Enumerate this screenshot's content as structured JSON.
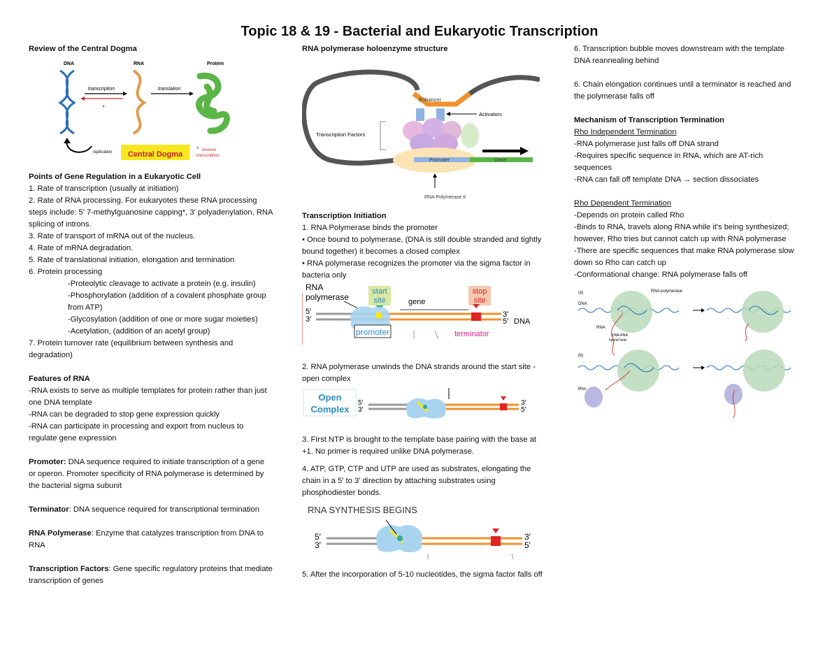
{
  "title": "Topic 18 & 19 - Bacterial and Eukaryotic Transcription",
  "col1": {
    "central_dogma_heading": "Review of the Central Dogma",
    "dogma_fig": {
      "dna": "DNA",
      "rna": "RNA",
      "protein": "Protein",
      "transcription": "transcription",
      "translation": "translation",
      "replication": "replication",
      "banner": "Central Dogma",
      "star": "*",
      "reverse": "reverse",
      "reverse2": "transcription"
    },
    "regulation_heading": "Points of Gene Regulation in a Eukaryotic Cell",
    "regulation": [
      "1. Rate of transcription (usually at initiation)",
      "2. Rate of RNA processing. For eukaryotes these RNA processing steps include: 5' 7-methylguanosine capping*, 3' polyadenylation, RNA splicing of introns.",
      "3. Rate of transport of mRNA out of the nucleus.",
      "4. Rate of mRNA degradation.",
      "5. Rate of translational initiation, elongation and termination",
      "6. Protein processing"
    ],
    "processing": [
      "-Proteolytic cleavage to activate a protein (e.g. insulin)",
      "-Phosphorylation (addition of a covalent phosphate group from ATP)",
      "-Glycosylation (addition of one or more sugar moieties)",
      "-Acetylation, (addition of an acetyl group)"
    ],
    "regulation7": "7. Protein turnover rate (equilibrium between synthesis and degradation)",
    "rna_heading": "Features of RNA",
    "rna_features": [
      "-RNA exists to serve as multiple templates for protein rather than just one DNA template",
      "-RNA can be degraded to stop gene expression quickly",
      "-RNA can participate in processing and export from nucleus to regulate gene expression"
    ],
    "defs": [
      {
        "term": "Promoter:",
        "text": " DNA sequence required to initiate transcription of a gene or operon. Promoter specificity of RNA polymerase is determined by the bacterial sigma subunit"
      },
      {
        "term": "Terminator",
        "text": ": DNA sequence required for transcriptional termination"
      },
      {
        "term": "RNA Polymerase",
        "text": ": Enzyme that catalyzes transcription from DNA to RNA"
      },
      {
        "term": "Transcription Factors",
        "text": ": Gene specific regulatory proteins that mediate transcription of genes"
      }
    ]
  },
  "col2": {
    "holo_heading": "RNA polymerase holoenzyme structure",
    "holo_fig": {
      "enhancer": "Enhancer",
      "activators": "Activators",
      "tf": "Transcription Factors",
      "promoter": "Promoter",
      "gene": "Gene",
      "pol": "RNA Polymerase II"
    },
    "init_heading": "Transcription Initiation",
    "init": [
      "1. RNA Polymerase binds the promoter",
      "• Once bound to polymerase, (DNA is still double stranded and tightly bound together) it becomes a closed complex",
      "• RNA polymerase recognizes the promoter via the sigma factor in bacteria only"
    ],
    "fig1": {
      "rna_pol1": "RNA",
      "rna_pol2": "polymerase",
      "start1": "start",
      "start2": "site",
      "gene": "gene",
      "stop1": "stop",
      "stop2": "site",
      "p5": "5′",
      "p3": "3′",
      "r3": "3′",
      "r5": "5′",
      "dna": "DNA",
      "promoter": "promoter",
      "terminator": "terminator"
    },
    "step2": "2. RNA polymerase unwinds the DNA strands around the start site - open complex",
    "fig2": {
      "open1": "Open",
      "open2": "Complex",
      "p5": "5′",
      "p3": "3′",
      "r3": "3′",
      "r5": "5′"
    },
    "step3": "3. FIrst NTP is brought to the template base pairing with the base at +1. No primer is required unlike DNA polymerase.",
    "step4": "4. ATP, GTP, CTP and UTP are used as substrates, elongating the chain in a 5' to 3' direction by attaching substrates using phosphodiester bonds.",
    "fig3": {
      "title": "RNA SYNTHESIS BEGINS",
      "p5": "5′",
      "p3": "3′",
      "r3": "3′",
      "r5": "5′"
    },
    "step5": "5. After the incorporation of 5-10 nucleotides, the sigma factor falls off"
  },
  "col3": {
    "step6a": "6. Transcription bubble moves downstream with the template DNA reannealing behind",
    "step6b": "6. Chain elongation continues until a terminator is reached and the polymerase falls off",
    "term_heading": "Mechanism of Transcription Termination",
    "indep_heading": "Rho Independent Termination",
    "indep": [
      "-RNA polymerase just falls off DNA strand",
      "-Requires specific sequence in RNA, which are AT-rich sequences",
      "-RNA can fall off template DNA → section dissociates"
    ],
    "dep_heading": "Rho Dependent Termination",
    "dep": [
      "-Depends on protein called Rho",
      "-Binds to RNA, travels along RNA while it's being synthesized; however, Rho tries but cannot catch up with RNA polymerase",
      "-There are specific sequences that make RNA polymerase slow down so Rho can catch up",
      "-Conformational change: RNA polymerase falls off"
    ],
    "rho_fig": {
      "a": "(a)",
      "b": "(b)",
      "dna": "DNA",
      "rnapol": "RNA polymerase",
      "rna": "RNA",
      "hybrid1": "DNA-RNA",
      "hybrid2": "hybrid helix",
      "rho": "Rho"
    }
  },
  "colors": {
    "orange": "#f0922c",
    "pol_blue": "#9cc8e6",
    "red": "#e02424",
    "gray": "#888888"
  }
}
